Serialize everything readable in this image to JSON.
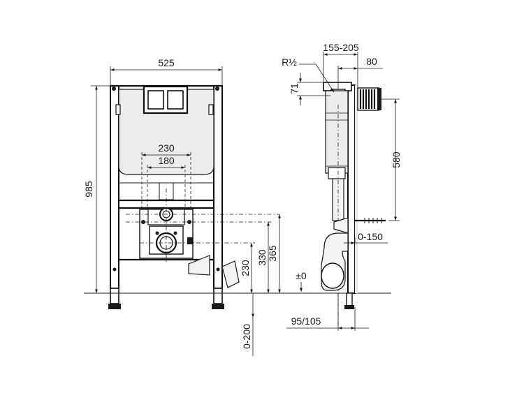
{
  "dimensions": {
    "front_width": "525",
    "front_height": "985",
    "outer_bolt_spacing": "230",
    "inner_bolt_spacing": "180",
    "depth_range": "155-205",
    "pipe_depth": "80",
    "thread_size": "R½",
    "inlet_height": "71",
    "tank_height": "580",
    "adjust_range": "0-150",
    "drain_height": "230",
    "bolt_height": "330",
    "top_height": "365",
    "floor_level": "±0",
    "floor_adjust": "0-200",
    "wall_offset": "95/105"
  }
}
